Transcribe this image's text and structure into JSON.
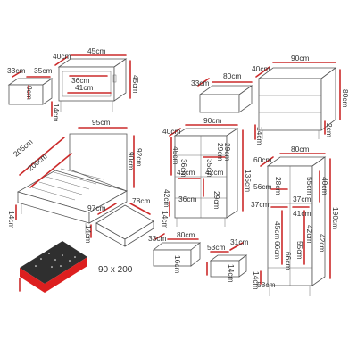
{
  "colors": {
    "dimension_line": "#cc2a2a",
    "outline": "#555555",
    "mattress_red": "#dd1f1f",
    "mattress_dark": "#2f2f2f",
    "label": "#333333"
  },
  "nightstand": {
    "width": "45cm",
    "depth": "40cm",
    "height": "45cm",
    "leg": "14cm",
    "drawer_depth": "33cm",
    "drawer_width": "35cm",
    "drawer_height": "9cm",
    "inner_width": "41cm",
    "inner_height": "36cm"
  },
  "chest": {
    "width": "90cm",
    "depth": "40cm",
    "height": "80cm",
    "leg": "14cm",
    "drawer_depth": "33cm",
    "drawer_width": "80cm",
    "drawer_height": "2cm"
  },
  "bed": {
    "width": "95cm",
    "height": "92cm",
    "length": "205cm",
    "inner_length": "200cm",
    "inner_width": "90cm",
    "clearance": "14cm",
    "drawer_width": "97cm",
    "drawer_depth": "78cm",
    "drawer_height": "14cm",
    "mattress_size": "90 x 200"
  },
  "bookcase": {
    "width": "90cm",
    "depth": "40cm",
    "height": "135cm",
    "side_leg": "14cm",
    "shelf_h1": "45cm",
    "shelf_h2": "36cm",
    "shelf_h3": "35cm",
    "inner_width": "42cm",
    "inner_w2": "42cm",
    "inner_h": "29cm",
    "base_w": "36cm",
    "base_h": "29cm",
    "side_h": "29cm",
    "side_h2": "29cm",
    "left_w": "42cm",
    "left_h": "16cm",
    "drawer_depth": "33cm",
    "drawer_width": "80cm"
  },
  "wardrobe": {
    "width": "80cm",
    "depth": "60cm",
    "height": "190cm",
    "side_depth": "40cm",
    "leg": "14cm",
    "inner_h1": "56cm",
    "inner_h2": "28cm",
    "inner_h3": "55cm",
    "inner_w1": "37cm",
    "inner_w2": "41cm",
    "inner_w3": "37cm",
    "inner_w4": "42cm",
    "inner_h4": "45cm",
    "low_h1": "66cm",
    "low_h2": "55cm",
    "low_h3": "66cm",
    "low_h4": "42cm",
    "drawer_h": "58cm",
    "drawer_d": "31cm",
    "drawer_w": "53cm",
    "drawer_l": "14cm"
  }
}
